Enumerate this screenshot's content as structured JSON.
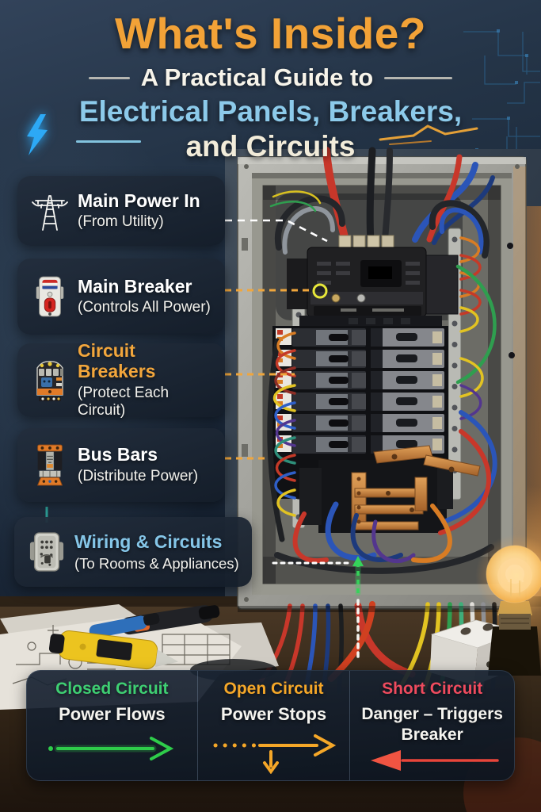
{
  "poster": {
    "title": "What's Inside?",
    "subtitle": "A Practical Guide to",
    "topic_line1": "Electrical Panels, Breakers,",
    "topic_line2_and": "and",
    "topic_line2_word": "Circuits"
  },
  "callouts": [
    {
      "title": "Main Power In",
      "subtitle": "(From Utility)",
      "icon": "transmission-tower-icon",
      "title_color": "#ffffff",
      "connector": "white-dashed"
    },
    {
      "title": "Main Breaker",
      "subtitle": "(Controls All Power)",
      "icon": "breaker-switch-icon",
      "title_color": "#ffffff",
      "connector": "orange-dashed"
    },
    {
      "title": "Circuit Breakers",
      "subtitle": "(Protect Each Circuit)",
      "icon": "circuit-breakers-icon",
      "title_color": "#f2a63c",
      "connector": "orange-dashed"
    },
    {
      "title": "Bus Bars",
      "subtitle": "(Distribute Power)",
      "icon": "bus-bars-icon",
      "title_color": "#ffffff",
      "connector": "orange-dashed"
    },
    {
      "title": "Wiring & Circuits",
      "subtitle": "(To Rooms & Appliances)",
      "icon": "junction-box-icon",
      "title_color": "#85c6e8",
      "connector": "white-dotted-green-arrow"
    }
  ],
  "legend": {
    "items": [
      {
        "title": "Closed Circuit",
        "title_color": "#3ecf72",
        "description": "Power Flows",
        "arrow": "solid-right-green"
      },
      {
        "title": "Open Circuit",
        "title_color": "#f5a728",
        "description": "Power Stops",
        "arrow": "dashed-right-with-down-orange"
      },
      {
        "title": "Short Circuit",
        "title_color": "#ef4b5e",
        "description": "Danger – Triggers Breaker",
        "arrow": "solid-left-red"
      }
    ]
  },
  "colors": {
    "title_orange": "#f2a237",
    "topic_blue": "#8ccaea",
    "cream": "#f2ecda",
    "card_bg": "#1d2836",
    "closed_green": "#3ecf72",
    "open_orange": "#f5a728",
    "short_red": "#ef4b5e",
    "connector_orange": "#f0a63c",
    "connector_white": "#ffffff",
    "arrow_green": "#2ecc4a",
    "arrow_orange": "#f5a728",
    "arrow_red": "#ef5340",
    "bolt_blue": "#2da9f5"
  }
}
